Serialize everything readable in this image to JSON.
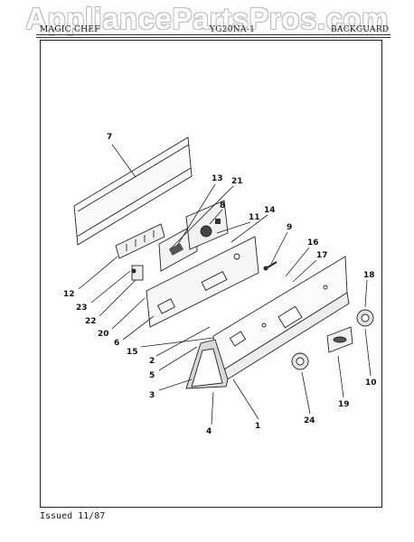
{
  "watermark": "AppliancePartsPros.com",
  "header": {
    "left": "MAGIC CHEF",
    "model": "YG20NA-1",
    "section": "BACKGUARD"
  },
  "footer": {
    "issued": "Issued 11/87"
  },
  "callouts": [
    "7",
    "13",
    "21",
    "8",
    "11",
    "14",
    "9",
    "16",
    "17",
    "18",
    "12",
    "23",
    "22",
    "20",
    "6",
    "15",
    "2",
    "5",
    "3",
    "4",
    "1",
    "24",
    "19",
    "10"
  ]
}
